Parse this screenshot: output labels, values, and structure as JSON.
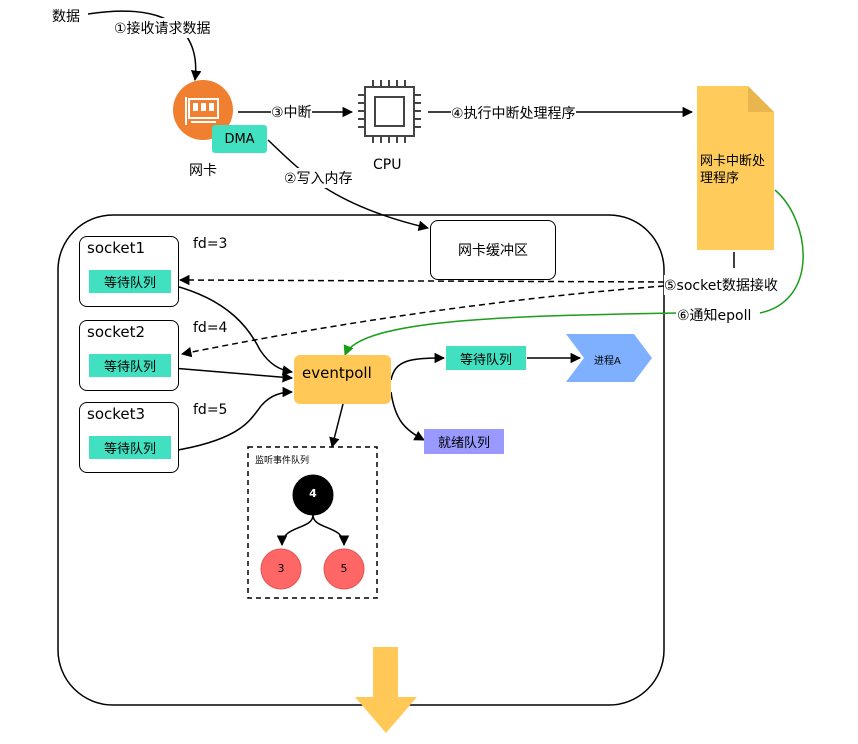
{
  "input_label": "数据",
  "steps": {
    "s1": "①接收请求数据",
    "s2": "②写入内存",
    "s3": "③中断",
    "s4": "④执行中断处理程序",
    "s5": "⑤socket数据接收",
    "s6": "⑥通知epoll"
  },
  "nic": {
    "label": "网卡",
    "dma": "DMA"
  },
  "cpu": {
    "label": "CPU"
  },
  "handler": {
    "label": "网卡中断处理程序"
  },
  "buffer": {
    "label": "网卡缓冲区"
  },
  "sockets": [
    {
      "name": "socket1",
      "fd": "fd=3",
      "queue": "等待队列"
    },
    {
      "name": "socket2",
      "fd": "fd=4",
      "queue": "等待队列"
    },
    {
      "name": "socket3",
      "fd": "fd=5",
      "queue": "等待队列"
    }
  ],
  "eventpoll": {
    "label": "eventpoll",
    "wait_queue": "等待队列",
    "process": "进程A",
    "ready_queue": "就绪队列"
  },
  "rbtree": {
    "title": "监听事件队列",
    "root": "4",
    "left": "3",
    "right": "5"
  },
  "colors": {
    "accent_green": "#40e0c0",
    "eventpoll_yellow": "#ffc857",
    "handler_yellow": "#ffcc5c",
    "ready_purple": "#9999ff",
    "process_blue": "#7eb0ff",
    "nic_orange": "#f08030",
    "node_red": "#ff6666",
    "notify_green": "#1a9e1a"
  }
}
